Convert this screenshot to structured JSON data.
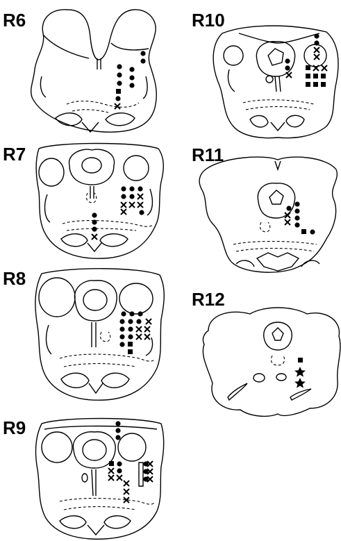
{
  "figure": {
    "sections": [
      {
        "id": "r6",
        "label": "R6"
      },
      {
        "id": "r7",
        "label": "R7"
      },
      {
        "id": "r8",
        "label": "R8"
      },
      {
        "id": "r9",
        "label": "R9"
      },
      {
        "id": "r10",
        "label": "R10"
      },
      {
        "id": "r11",
        "label": "R11"
      },
      {
        "id": "r12",
        "label": "R12"
      }
    ],
    "marker_types": [
      "filled-circle",
      "filled-square",
      "x-cross",
      "star"
    ]
  }
}
